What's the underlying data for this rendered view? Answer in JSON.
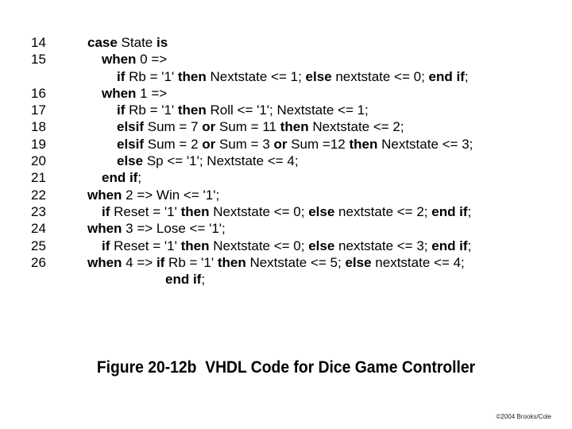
{
  "code": {
    "lines": [
      {
        "num": "14",
        "indent": 110,
        "segments": [
          {
            "t": "case",
            "b": true
          },
          {
            "t": " State ",
            "b": false
          },
          {
            "t": "is",
            "b": true
          }
        ]
      },
      {
        "num": "15",
        "indent": 128,
        "segments": [
          {
            "t": "when",
            "b": true
          },
          {
            "t": " 0 =>",
            "b": false
          }
        ]
      },
      {
        "num": "",
        "indent": 147,
        "segments": [
          {
            "t": "if",
            "b": true
          },
          {
            "t": " Rb = '1' ",
            "b": false
          },
          {
            "t": "then",
            "b": true
          },
          {
            "t": " Nextstate <= 1; ",
            "b": false
          },
          {
            "t": "else",
            "b": true
          },
          {
            "t": " nextstate <= 0; ",
            "b": false
          },
          {
            "t": "end if",
            "b": true
          },
          {
            "t": ";",
            "b": false
          }
        ]
      },
      {
        "num": "16",
        "indent": 128,
        "segments": [
          {
            "t": "when",
            "b": true
          },
          {
            "t": " 1 =>",
            "b": false
          }
        ]
      },
      {
        "num": "17",
        "indent": 147,
        "segments": [
          {
            "t": "if",
            "b": true
          },
          {
            "t": " Rb = '1' ",
            "b": false
          },
          {
            "t": "then",
            "b": true
          },
          {
            "t": " Roll <= '1'; Nextstate <= 1;",
            "b": false
          }
        ]
      },
      {
        "num": "18",
        "indent": 147,
        "segments": [
          {
            "t": "elsif",
            "b": true
          },
          {
            "t": " Sum = 7 ",
            "b": false
          },
          {
            "t": "or",
            "b": true
          },
          {
            "t": " Sum = 11 ",
            "b": false
          },
          {
            "t": "then",
            "b": true
          },
          {
            "t": " Nextstate <= 2;",
            "b": false
          }
        ]
      },
      {
        "num": "19",
        "indent": 147,
        "segments": [
          {
            "t": "elsif",
            "b": true
          },
          {
            "t": " Sum = 2 ",
            "b": false
          },
          {
            "t": "or",
            "b": true
          },
          {
            "t": " Sum = 3 ",
            "b": false
          },
          {
            "t": "or",
            "b": true
          },
          {
            "t": " Sum =12 ",
            "b": false
          },
          {
            "t": "then",
            "b": true
          },
          {
            "t": " Nextstate <= 3;",
            "b": false
          }
        ]
      },
      {
        "num": "20",
        "indent": 147,
        "segments": [
          {
            "t": "else",
            "b": true
          },
          {
            "t": " Sp <= '1'; Nextstate <= 4;",
            "b": false
          }
        ]
      },
      {
        "num": "21",
        "indent": 128,
        "segments": [
          {
            "t": "end if",
            "b": true
          },
          {
            "t": ";",
            "b": false
          }
        ]
      },
      {
        "num": "22",
        "indent": 110,
        "segments": [
          {
            "t": "when",
            "b": true
          },
          {
            "t": " 2 => Win <= '1';",
            "b": false
          }
        ]
      },
      {
        "num": "23",
        "indent": 128,
        "segments": [
          {
            "t": "if",
            "b": true
          },
          {
            "t": " Reset = '1' ",
            "b": false
          },
          {
            "t": "then",
            "b": true
          },
          {
            "t": " Nextstate <= 0; ",
            "b": false
          },
          {
            "t": "else",
            "b": true
          },
          {
            "t": " nextstate <= 2; ",
            "b": false
          },
          {
            "t": "end if",
            "b": true
          },
          {
            "t": ";",
            "b": false
          }
        ]
      },
      {
        "num": "24",
        "indent": 110,
        "segments": [
          {
            "t": "when",
            "b": true
          },
          {
            "t": " 3 => Lose <= '1';",
            "b": false
          }
        ]
      },
      {
        "num": "25",
        "indent": 128,
        "segments": [
          {
            "t": "if",
            "b": true
          },
          {
            "t": " Reset = '1' ",
            "b": false
          },
          {
            "t": "then",
            "b": true
          },
          {
            "t": " Nextstate <= 0; ",
            "b": false
          },
          {
            "t": "else",
            "b": true
          },
          {
            "t": " nextstate <= 3; ",
            "b": false
          },
          {
            "t": "end if",
            "b": true
          },
          {
            "t": ";",
            "b": false
          }
        ]
      },
      {
        "num": "26",
        "indent": 110,
        "segments": [
          {
            "t": "when",
            "b": true
          },
          {
            "t": " 4 => ",
            "b": false
          },
          {
            "t": "if",
            "b": true
          },
          {
            "t": " Rb = '1' ",
            "b": false
          },
          {
            "t": "then",
            "b": true
          },
          {
            "t": " Nextstate <= 5; ",
            "b": false
          },
          {
            "t": "else",
            "b": true
          },
          {
            "t": " nextstate <= 4;",
            "b": false
          }
        ]
      },
      {
        "num": "",
        "indent": 208,
        "segments": [
          {
            "t": "end if",
            "b": true
          },
          {
            "t": ";",
            "b": false
          }
        ]
      }
    ]
  },
  "caption": "Figure 20-12b  VHDL Code for Dice Game Controller",
  "copyright": "©2004 Brooks/Cole"
}
